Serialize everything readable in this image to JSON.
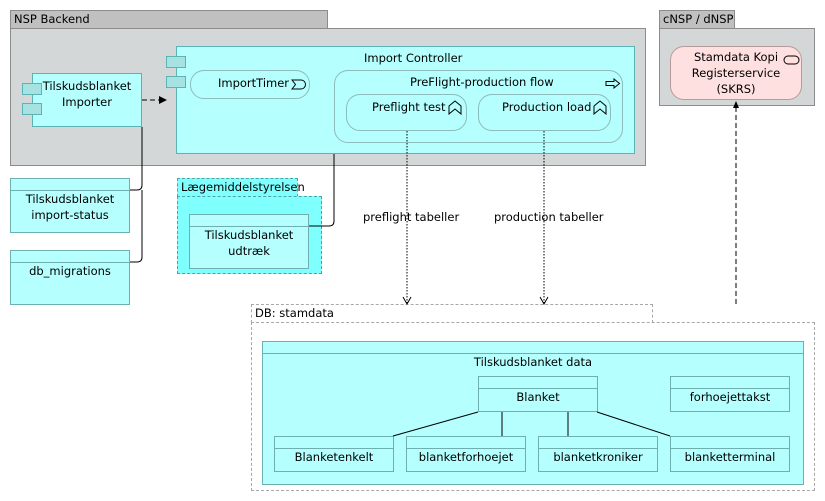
{
  "groups": {
    "nsp_backend": "NSP Backend",
    "cnsp_dnsp": "cNSP / dNSP",
    "laegemiddelstyrelsen": "Lægemiddelstyrelsen",
    "db_stamdata": "DB: stamdata"
  },
  "components": {
    "importer": "Tilskudsblanket\nImporter",
    "import_controller": "Import Controller",
    "import_timer": "ImportTimer",
    "preflight_production_flow": "PreFlight-production flow",
    "preflight_test": "Preflight test",
    "production_load": "Production load",
    "skrs": "Stamdata Kopi\nRegisterservice\n(SKRS)"
  },
  "data_objects": {
    "import_status": "Tilskudsblanket\nimport-status",
    "db_migrations": "db_migrations",
    "udtraek": "Tilskudsblanket\nudtræk",
    "tilskudsblanket_data": "Tilskudsblanket data",
    "blanket": "Blanket",
    "forhoejettakst": "forhoejettakst",
    "blanketenkelt": "Blanketenkelt",
    "blanketforhoejet": "blanketforhoejet",
    "blanketkroniker": "blanketkroniker",
    "blanketterminal": "blanketterminal"
  },
  "relations": {
    "preflight_label": "preflight tabeller",
    "production_label": "production tabeller"
  },
  "colors": {
    "component_fill": "#b5ffff",
    "location_fill": "#80ffff",
    "service_fill": "#ffe0e0",
    "group_fill": "#d3d7d7"
  }
}
